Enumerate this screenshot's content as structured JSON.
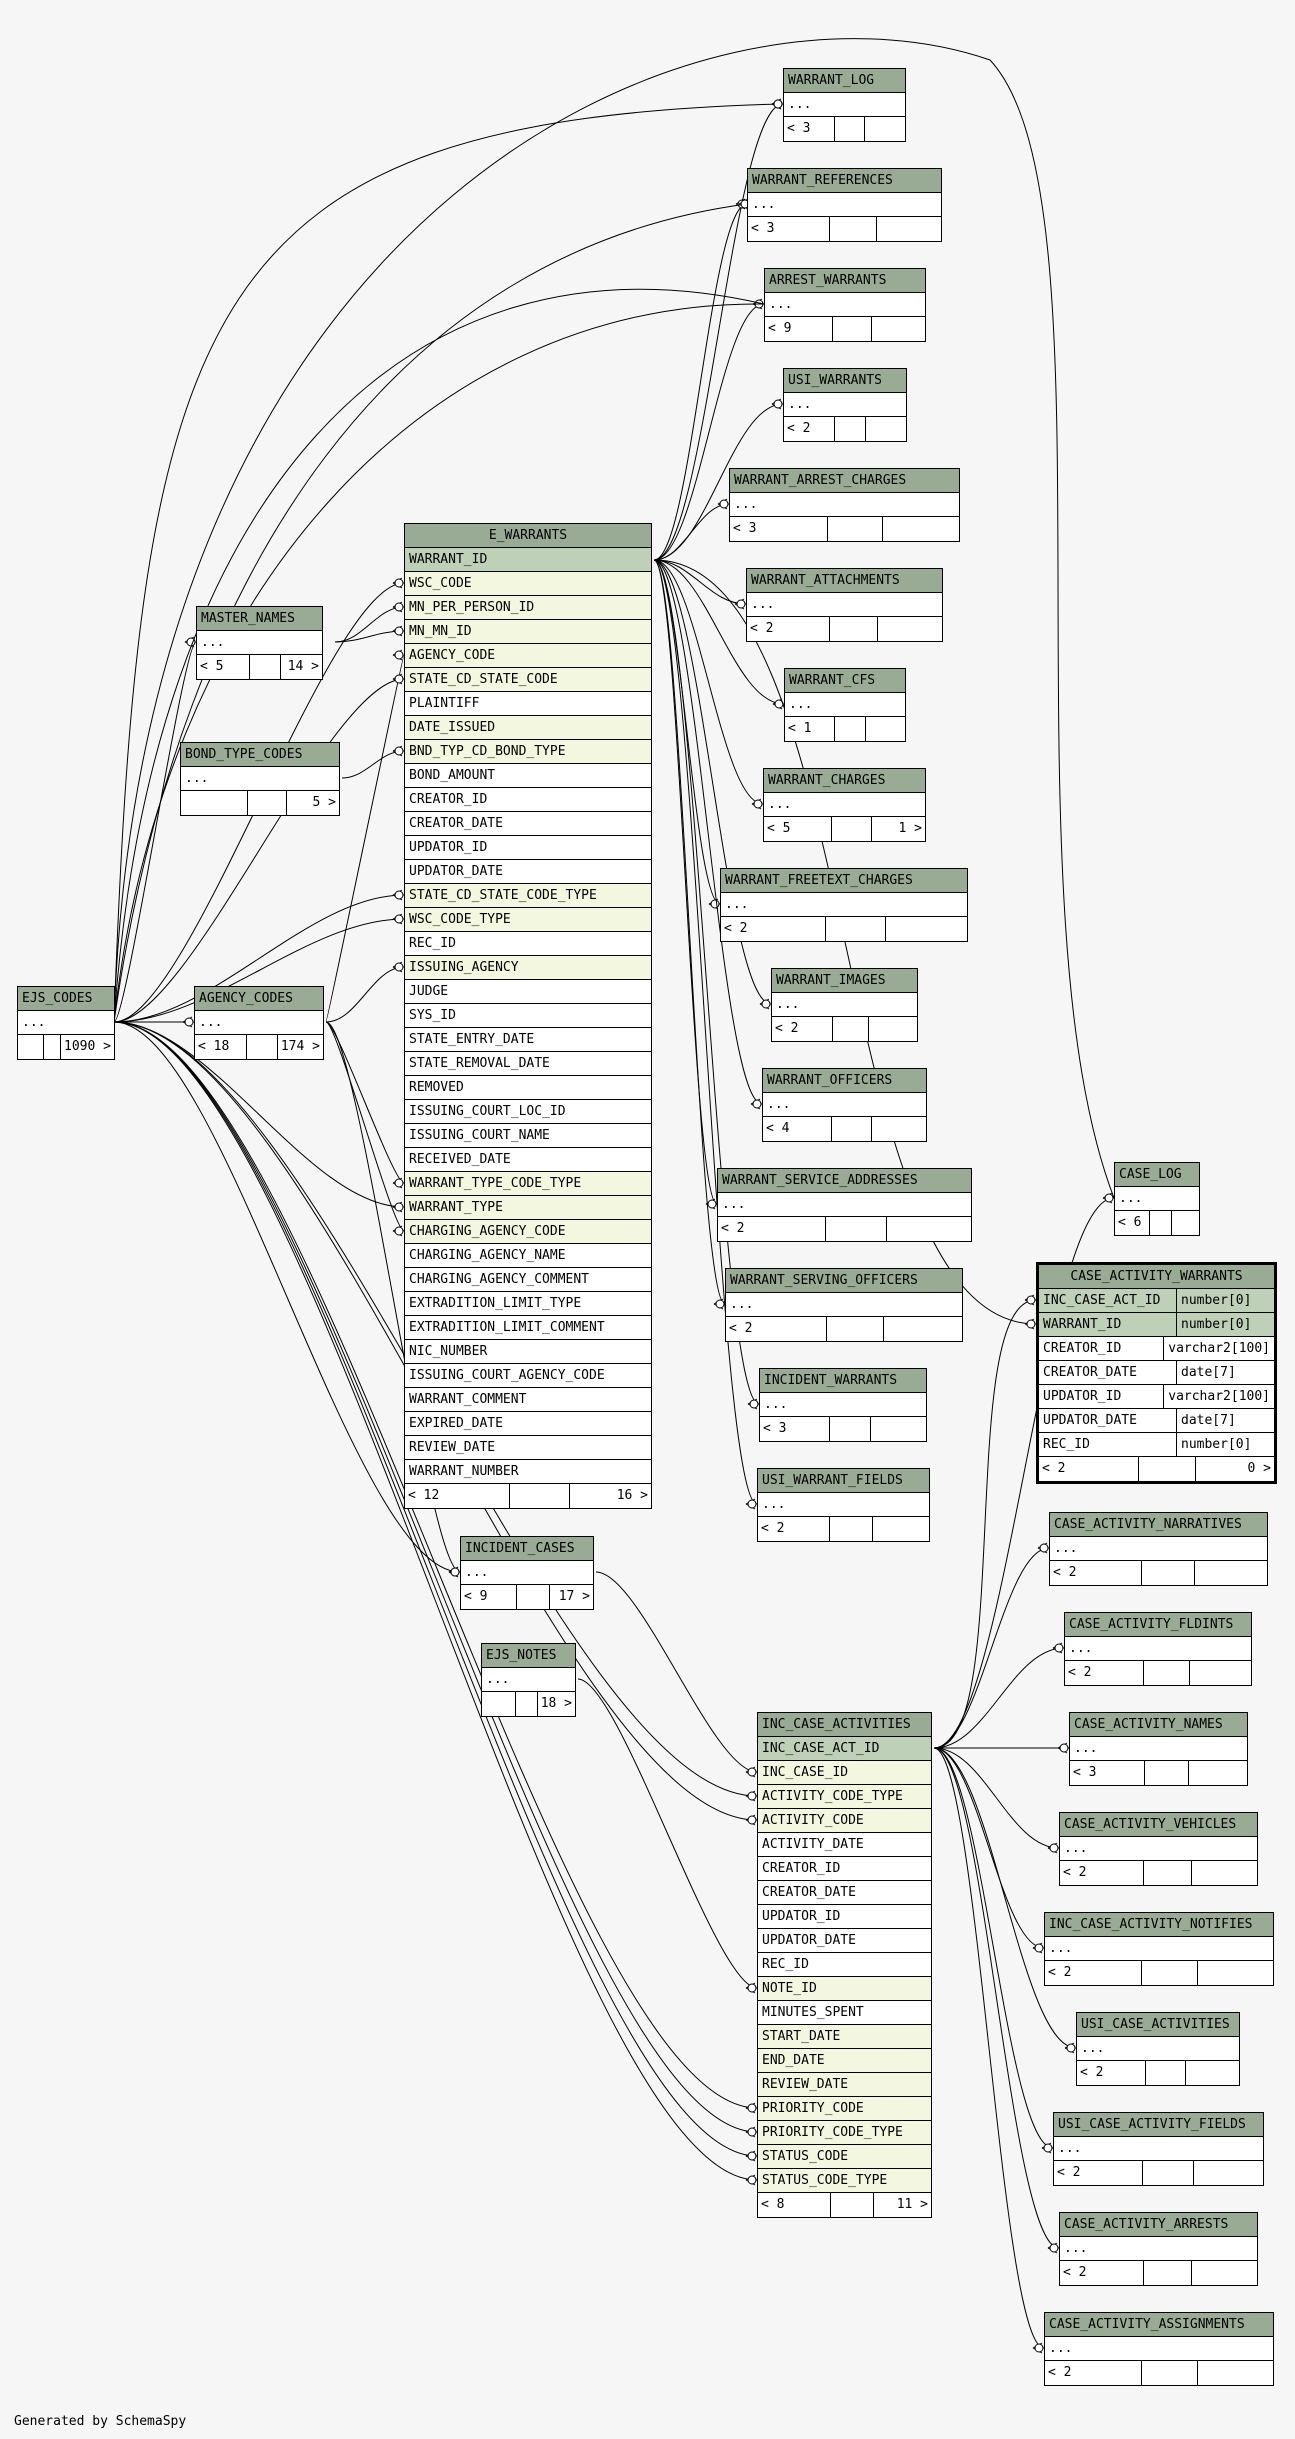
{
  "footer_text": "Generated by SchemaSpy",
  "tables": {
    "warrant_log": {
      "name": "WARRANT_LOG",
      "row": "...",
      "foot": [
        "< 3",
        "",
        ""
      ]
    },
    "warrant_references": {
      "name": "WARRANT_REFERENCES",
      "row": "...",
      "foot": [
        "< 3",
        "",
        ""
      ]
    },
    "arrest_warrants": {
      "name": "ARREST_WARRANTS",
      "row": "...",
      "foot": [
        "< 9",
        "",
        ""
      ]
    },
    "usi_warrants": {
      "name": "USI_WARRANTS",
      "row": "...",
      "foot": [
        "< 2",
        "",
        ""
      ]
    },
    "warrant_arrest_charges": {
      "name": "WARRANT_ARREST_CHARGES",
      "row": "...",
      "foot": [
        "< 3",
        "",
        ""
      ]
    },
    "warrant_attachments": {
      "name": "WARRANT_ATTACHMENTS",
      "row": "...",
      "foot": [
        "< 2",
        "",
        ""
      ]
    },
    "warrant_cfs": {
      "name": "WARRANT_CFS",
      "row": "...",
      "foot": [
        "< 1",
        "",
        ""
      ]
    },
    "warrant_charges": {
      "name": "WARRANT_CHARGES",
      "row": "...",
      "foot": [
        "< 5",
        "",
        "1 >"
      ]
    },
    "warrant_freetext_charges": {
      "name": "WARRANT_FREETEXT_CHARGES",
      "row": "...",
      "foot": [
        "< 2",
        "",
        ""
      ]
    },
    "warrant_images": {
      "name": "WARRANT_IMAGES",
      "row": "...",
      "foot": [
        "< 2",
        "",
        ""
      ]
    },
    "warrant_officers": {
      "name": "WARRANT_OFFICERS",
      "row": "...",
      "foot": [
        "< 4",
        "",
        ""
      ]
    },
    "warrant_service_addresses": {
      "name": "WARRANT_SERVICE_ADDRESSES",
      "row": "...",
      "foot": [
        "< 2",
        "",
        ""
      ]
    },
    "warrant_serving_officers": {
      "name": "WARRANT_SERVING_OFFICERS",
      "row": "...",
      "foot": [
        "< 2",
        "",
        ""
      ]
    },
    "incident_warrants": {
      "name": "INCIDENT_WARRANTS",
      "row": "...",
      "foot": [
        "< 3",
        "",
        ""
      ]
    },
    "usi_warrant_fields": {
      "name": "USI_WARRANT_FIELDS",
      "row": "...",
      "foot": [
        "< 2",
        "",
        ""
      ]
    },
    "case_log": {
      "name": "CASE_LOG",
      "row": "...",
      "foot": [
        "< 6",
        "",
        ""
      ]
    },
    "case_activity_narratives": {
      "name": "CASE_ACTIVITY_NARRATIVES",
      "row": "...",
      "foot": [
        "< 2",
        "",
        ""
      ]
    },
    "case_activity_fldints": {
      "name": "CASE_ACTIVITY_FLDINTS",
      "row": "...",
      "foot": [
        "< 2",
        "",
        ""
      ]
    },
    "case_activity_names": {
      "name": "CASE_ACTIVITY_NAMES",
      "row": "...",
      "foot": [
        "< 3",
        "",
        ""
      ]
    },
    "case_activity_vehicles": {
      "name": "CASE_ACTIVITY_VEHICLES",
      "row": "...",
      "foot": [
        "< 2",
        "",
        ""
      ]
    },
    "inc_case_activity_notifies": {
      "name": "INC_CASE_ACTIVITY_NOTIFIES",
      "row": "...",
      "foot": [
        "< 2",
        "",
        ""
      ]
    },
    "usi_case_activities": {
      "name": "USI_CASE_ACTIVITIES",
      "row": "...",
      "foot": [
        "< 2",
        "",
        ""
      ]
    },
    "usi_case_activity_fields": {
      "name": "USI_CASE_ACTIVITY_FIELDS",
      "row": "...",
      "foot": [
        "< 2",
        "",
        ""
      ]
    },
    "case_activity_arrests": {
      "name": "CASE_ACTIVITY_ARRESTS",
      "row": "...",
      "foot": [
        "< 2",
        "",
        ""
      ]
    },
    "case_activity_assignments": {
      "name": "CASE_ACTIVITY_ASSIGNMENTS",
      "row": "...",
      "foot": [
        "< 2",
        "",
        ""
      ]
    },
    "master_names": {
      "name": "MASTER_NAMES",
      "row": "...",
      "foot": [
        "< 5",
        "",
        "14 >"
      ]
    },
    "bond_type_codes": {
      "name": "BOND_TYPE_CODES",
      "row": "...",
      "foot": [
        "",
        "",
        "5 >"
      ]
    },
    "ejs_codes": {
      "name": "EJS_CODES",
      "row": "...",
      "foot": [
        "",
        "",
        "1090 >"
      ]
    },
    "agency_codes": {
      "name": "AGENCY_CODES",
      "row": "...",
      "foot": [
        "< 18",
        "",
        "174 >"
      ]
    },
    "incident_cases": {
      "name": "INCIDENT_CASES",
      "row": "...",
      "foot": [
        "< 9",
        "",
        "17 >"
      ]
    },
    "ejs_notes": {
      "name": "EJS_NOTES",
      "row": "...",
      "foot": [
        "",
        "",
        "18 >"
      ]
    }
  },
  "e_warrants": {
    "name": "E_WARRANTS",
    "columns": [
      {
        "name": "WARRANT_ID",
        "kind": "pk"
      },
      {
        "name": "WSC_CODE",
        "kind": "fk"
      },
      {
        "name": "MN_PER_PERSON_ID",
        "kind": "fk"
      },
      {
        "name": "MN_MN_ID",
        "kind": "fk"
      },
      {
        "name": "AGENCY_CODE",
        "kind": "fk"
      },
      {
        "name": "STATE_CD_STATE_CODE",
        "kind": "fk"
      },
      {
        "name": "PLAINTIFF",
        "kind": ""
      },
      {
        "name": "DATE_ISSUED",
        "kind": "fk"
      },
      {
        "name": "BND_TYP_CD_BOND_TYPE",
        "kind": "fk"
      },
      {
        "name": "BOND_AMOUNT",
        "kind": ""
      },
      {
        "name": "CREATOR_ID",
        "kind": ""
      },
      {
        "name": "CREATOR_DATE",
        "kind": ""
      },
      {
        "name": "UPDATOR_ID",
        "kind": ""
      },
      {
        "name": "UPDATOR_DATE",
        "kind": ""
      },
      {
        "name": "STATE_CD_STATE_CODE_TYPE",
        "kind": "fk"
      },
      {
        "name": "WSC_CODE_TYPE",
        "kind": "fk"
      },
      {
        "name": "REC_ID",
        "kind": ""
      },
      {
        "name": "ISSUING_AGENCY",
        "kind": "fk"
      },
      {
        "name": "JUDGE",
        "kind": ""
      },
      {
        "name": "SYS_ID",
        "kind": ""
      },
      {
        "name": "STATE_ENTRY_DATE",
        "kind": ""
      },
      {
        "name": "STATE_REMOVAL_DATE",
        "kind": ""
      },
      {
        "name": "REMOVED",
        "kind": ""
      },
      {
        "name": "ISSUING_COURT_LOC_ID",
        "kind": ""
      },
      {
        "name": "ISSUING_COURT_NAME",
        "kind": ""
      },
      {
        "name": "RECEIVED_DATE",
        "kind": ""
      },
      {
        "name": "WARRANT_TYPE_CODE_TYPE",
        "kind": "fk"
      },
      {
        "name": "WARRANT_TYPE",
        "kind": "fk"
      },
      {
        "name": "CHARGING_AGENCY_CODE",
        "kind": "fk"
      },
      {
        "name": "CHARGING_AGENCY_NAME",
        "kind": ""
      },
      {
        "name": "CHARGING_AGENCY_COMMENT",
        "kind": ""
      },
      {
        "name": "EXTRADITION_LIMIT_TYPE",
        "kind": ""
      },
      {
        "name": "EXTRADITION_LIMIT_COMMENT",
        "kind": ""
      },
      {
        "name": "NIC_NUMBER",
        "kind": ""
      },
      {
        "name": "ISSUING_COURT_AGENCY_CODE",
        "kind": ""
      },
      {
        "name": "WARRANT_COMMENT",
        "kind": ""
      },
      {
        "name": "EXPIRED_DATE",
        "kind": ""
      },
      {
        "name": "REVIEW_DATE",
        "kind": ""
      },
      {
        "name": "WARRANT_NUMBER",
        "kind": ""
      }
    ],
    "foot": [
      "< 12",
      "",
      "16 >"
    ]
  },
  "inc_case_activities": {
    "name": "INC_CASE_ACTIVITIES",
    "columns": [
      {
        "name": "INC_CASE_ACT_ID",
        "kind": "pk"
      },
      {
        "name": "INC_CASE_ID",
        "kind": "fk"
      },
      {
        "name": "ACTIVITY_CODE_TYPE",
        "kind": "fk"
      },
      {
        "name": "ACTIVITY_CODE",
        "kind": "fk"
      },
      {
        "name": "ACTIVITY_DATE",
        "kind": ""
      },
      {
        "name": "CREATOR_ID",
        "kind": ""
      },
      {
        "name": "CREATOR_DATE",
        "kind": ""
      },
      {
        "name": "UPDATOR_ID",
        "kind": ""
      },
      {
        "name": "UPDATOR_DATE",
        "kind": ""
      },
      {
        "name": "REC_ID",
        "kind": ""
      },
      {
        "name": "NOTE_ID",
        "kind": "fk"
      },
      {
        "name": "MINUTES_SPENT",
        "kind": ""
      },
      {
        "name": "START_DATE",
        "kind": "fk"
      },
      {
        "name": "END_DATE",
        "kind": "fk"
      },
      {
        "name": "REVIEW_DATE",
        "kind": "fk"
      },
      {
        "name": "PRIORITY_CODE",
        "kind": "fk"
      },
      {
        "name": "PRIORITY_CODE_TYPE",
        "kind": "fk"
      },
      {
        "name": "STATUS_CODE",
        "kind": "fk"
      },
      {
        "name": "STATUS_CODE_TYPE",
        "kind": "fk"
      }
    ],
    "foot": [
      "< 8",
      "",
      "11 >"
    ]
  },
  "case_activity_warrants": {
    "name": "CASE_ACTIVITY_WARRANTS",
    "columns": [
      {
        "name": "INC_CASE_ACT_ID",
        "type": "number[0]",
        "kind": "pk"
      },
      {
        "name": "WARRANT_ID",
        "type": "number[0]",
        "kind": "pk"
      },
      {
        "name": "CREATOR_ID",
        "type": "varchar2[100]",
        "kind": ""
      },
      {
        "name": "CREATOR_DATE",
        "type": "date[7]",
        "kind": ""
      },
      {
        "name": "UPDATOR_ID",
        "type": "varchar2[100]",
        "kind": ""
      },
      {
        "name": "UPDATOR_DATE",
        "type": "date[7]",
        "kind": ""
      },
      {
        "name": "REC_ID",
        "type": "number[0]",
        "kind": ""
      }
    ],
    "foot": [
      "< 2",
      "",
      "0 >"
    ]
  }
}
